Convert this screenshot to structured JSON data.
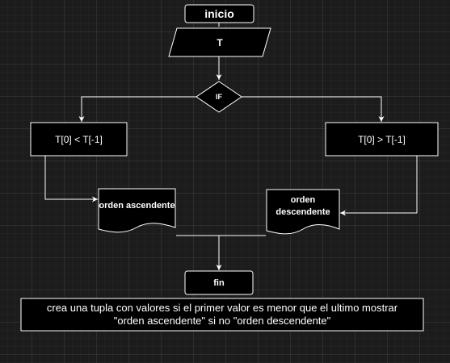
{
  "nodes": {
    "start": "inicio",
    "input": "T",
    "decision": "IF",
    "condition_left": "T[0] < T[-1]",
    "condition_right": "T[0] > T[-1]",
    "output_left": "orden ascendente",
    "output_right": "orden descendente",
    "end": "fin"
  },
  "note": {
    "line1": "crea una tupla con valores si el primer valor es menor que el ultimo mostrar",
    "line2": "\"orden ascendente\" si no \"orden descendente\""
  },
  "colors": {
    "background": "#1c1c1c",
    "shape_fill": "#000000",
    "stroke": "#ffffff",
    "text": "#ffffff"
  }
}
